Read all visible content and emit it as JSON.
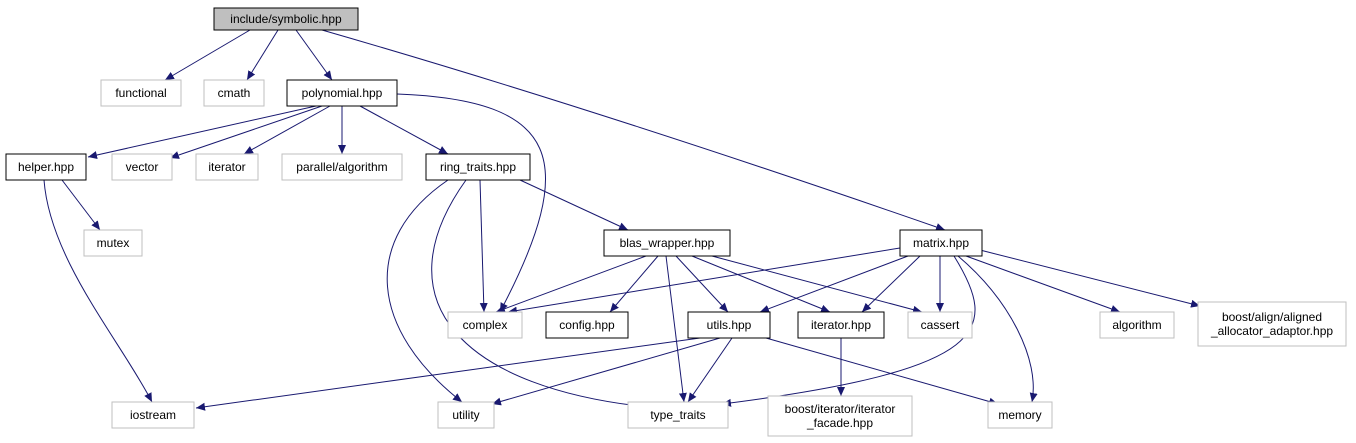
{
  "colors": {
    "edge": "#191970",
    "root_fill": "#bfbfbf",
    "local_border": "#000000",
    "system_border": "#bfbfbf",
    "node_fill": "#ffffff"
  },
  "nodes": [
    {
      "id": "symbolic",
      "kind": "root",
      "lines": [
        "include/symbolic.hpp"
      ]
    },
    {
      "id": "functional",
      "kind": "system",
      "lines": [
        "functional"
      ]
    },
    {
      "id": "cmath",
      "kind": "system",
      "lines": [
        "cmath"
      ]
    },
    {
      "id": "polynomial",
      "kind": "local",
      "lines": [
        "polynomial.hpp"
      ]
    },
    {
      "id": "helper",
      "kind": "local",
      "lines": [
        "helper.hpp"
      ]
    },
    {
      "id": "vector",
      "kind": "system",
      "lines": [
        "vector"
      ]
    },
    {
      "id": "iterator",
      "kind": "system",
      "lines": [
        "iterator"
      ]
    },
    {
      "id": "palgo",
      "kind": "system",
      "lines": [
        "parallel/algorithm"
      ]
    },
    {
      "id": "ring",
      "kind": "local",
      "lines": [
        "ring_traits.hpp"
      ]
    },
    {
      "id": "mutex",
      "kind": "system",
      "lines": [
        "mutex"
      ]
    },
    {
      "id": "blas",
      "kind": "local",
      "lines": [
        "blas_wrapper.hpp"
      ]
    },
    {
      "id": "matrix",
      "kind": "local",
      "lines": [
        "matrix.hpp"
      ]
    },
    {
      "id": "complex",
      "kind": "system",
      "lines": [
        "complex"
      ]
    },
    {
      "id": "config",
      "kind": "local",
      "lines": [
        "config.hpp"
      ]
    },
    {
      "id": "utils",
      "kind": "local",
      "lines": [
        "utils.hpp"
      ]
    },
    {
      "id": "iterhpp",
      "kind": "local",
      "lines": [
        "iterator.hpp"
      ]
    },
    {
      "id": "cassert",
      "kind": "system",
      "lines": [
        "cassert"
      ]
    },
    {
      "id": "algorithm",
      "kind": "system",
      "lines": [
        "algorithm"
      ]
    },
    {
      "id": "boostalign",
      "kind": "system",
      "lines": [
        "boost/align/aligned",
        "_allocator_adaptor.hpp"
      ]
    },
    {
      "id": "iostream",
      "kind": "system",
      "lines": [
        "iostream"
      ]
    },
    {
      "id": "utility",
      "kind": "system",
      "lines": [
        "utility"
      ]
    },
    {
      "id": "typetraits",
      "kind": "system",
      "lines": [
        "type_traits"
      ]
    },
    {
      "id": "boostiter",
      "kind": "system",
      "lines": [
        "boost/iterator/iterator",
        "_facade.hpp"
      ]
    },
    {
      "id": "memory",
      "kind": "system",
      "lines": [
        "memory"
      ]
    }
  ],
  "edges": [
    {
      "from": "symbolic",
      "to": "functional"
    },
    {
      "from": "symbolic",
      "to": "cmath"
    },
    {
      "from": "symbolic",
      "to": "polynomial"
    },
    {
      "from": "symbolic",
      "to": "matrix"
    },
    {
      "from": "polynomial",
      "to": "helper"
    },
    {
      "from": "polynomial",
      "to": "vector"
    },
    {
      "from": "polynomial",
      "to": "iterator"
    },
    {
      "from": "polynomial",
      "to": "palgo"
    },
    {
      "from": "polynomial",
      "to": "ring"
    },
    {
      "from": "polynomial",
      "to": "complex"
    },
    {
      "from": "helper",
      "to": "mutex"
    },
    {
      "from": "helper",
      "to": "iostream"
    },
    {
      "from": "ring",
      "to": "blas"
    },
    {
      "from": "ring",
      "to": "complex"
    },
    {
      "from": "ring",
      "to": "utility"
    },
    {
      "from": "ring",
      "to": "typetraits"
    },
    {
      "from": "blas",
      "to": "complex"
    },
    {
      "from": "blas",
      "to": "config"
    },
    {
      "from": "blas",
      "to": "utils"
    },
    {
      "from": "blas",
      "to": "iterhpp"
    },
    {
      "from": "blas",
      "to": "cassert"
    },
    {
      "from": "blas",
      "to": "typetraits"
    },
    {
      "from": "matrix",
      "to": "complex"
    },
    {
      "from": "matrix",
      "to": "utils"
    },
    {
      "from": "matrix",
      "to": "iterhpp"
    },
    {
      "from": "matrix",
      "to": "cassert"
    },
    {
      "from": "matrix",
      "to": "algorithm"
    },
    {
      "from": "matrix",
      "to": "boostalign"
    },
    {
      "from": "matrix",
      "to": "memory"
    },
    {
      "from": "matrix",
      "to": "typetraits"
    },
    {
      "from": "utils",
      "to": "iostream"
    },
    {
      "from": "utils",
      "to": "utility"
    },
    {
      "from": "utils",
      "to": "typetraits"
    },
    {
      "from": "utils",
      "to": "memory"
    },
    {
      "from": "iterhpp",
      "to": "boostiter"
    }
  ]
}
